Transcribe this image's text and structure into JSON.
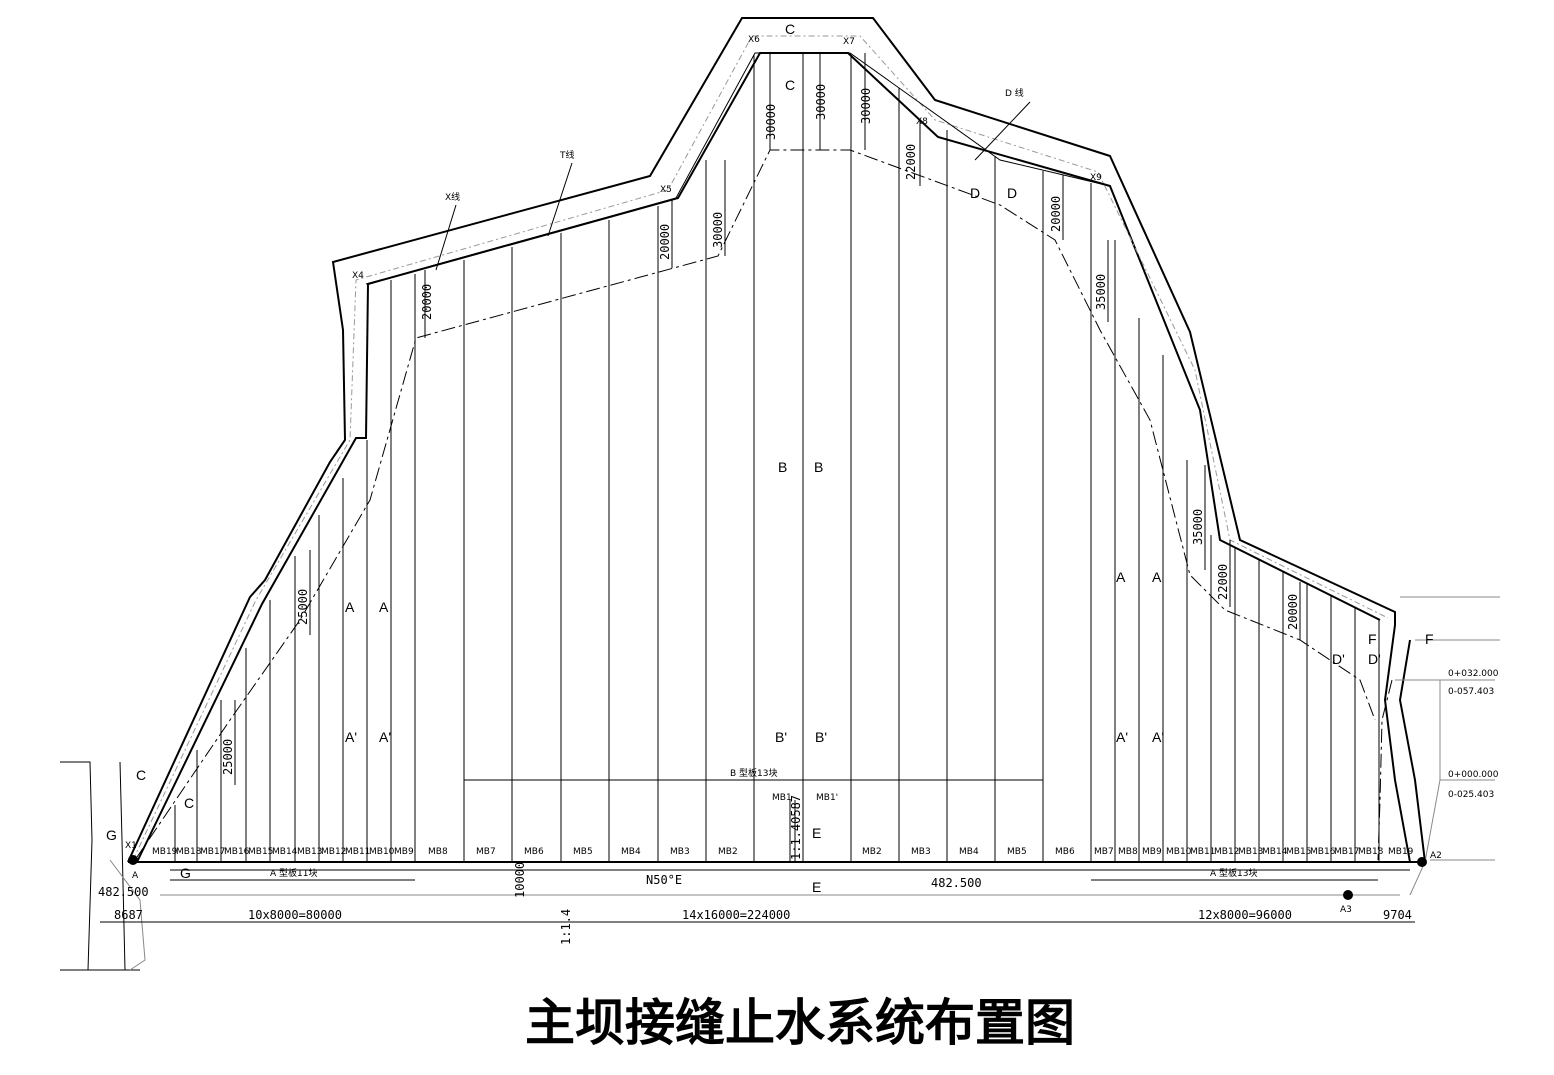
{
  "title": "主坝接缝止水系统布置图",
  "controlPoints": [
    "X1",
    "X4",
    "X5",
    "X6",
    "X7",
    "X8",
    "X9",
    "A",
    "A2",
    "A3"
  ],
  "curveLabels": {
    "x_line": "X线",
    "t_line": "T线",
    "d_line": "D 线"
  },
  "leftPanels": [
    "MB19",
    "MB18",
    "MB17",
    "MB16",
    "MB15",
    "MB14",
    "MB13",
    "MB12",
    "MB11",
    "MB10",
    "MB9"
  ],
  "centerLeftPanels": [
    "MB8",
    "MB7",
    "MB6",
    "MB5",
    "MB4",
    "MB3",
    "MB2"
  ],
  "centerRightPanels": [
    "MB2",
    "MB3",
    "MB4",
    "MB5",
    "MB6"
  ],
  "rightPanels": [
    "MB7",
    "MB8",
    "MB9",
    "MB10",
    "MB11",
    "MB12",
    "MB13",
    "MB14",
    "MB15",
    "MB16",
    "MB17",
    "MB18",
    "MB19"
  ],
  "midPanels": [
    "MB1",
    "MB1'"
  ],
  "dimensions": {
    "top1": "30000",
    "top2": "30000",
    "top3": "30000",
    "top4": "22000",
    "left20a": "20000",
    "left20b": "20000",
    "left30": "30000",
    "left25a": "25000",
    "left25b": "25000",
    "right20": "20000",
    "right35a": "35000",
    "right35b": "35000",
    "right22": "22000",
    "right20b": "20000",
    "vert_slope": "1:1.40587",
    "ten": "10000",
    "elev": "482.500",
    "elev2": "482.500",
    "left_width": "8687",
    "right_width": "9704",
    "bottom_left": "10x8000=80000",
    "bottom_mid": "14x16000=224000",
    "bottom_right": "12x8000=96000",
    "slope14": "1:1.4",
    "bearing": "N50°E"
  },
  "sections": {
    "A": "A",
    "A2": "A'",
    "B": "B",
    "B2": "B'",
    "C": "C",
    "D": "D",
    "D2": "D'",
    "E": "E",
    "F": "F",
    "G": "G"
  },
  "zoneLabels": {
    "a_left": "A 型板11块",
    "a_right": "A 型板13块",
    "b_mid": "B 型板13块"
  },
  "rightNotes": {
    "n1": "0+032.000",
    "n2": "0-057.403",
    "n3": "0+000.000",
    "n4": "0-025.403"
  }
}
